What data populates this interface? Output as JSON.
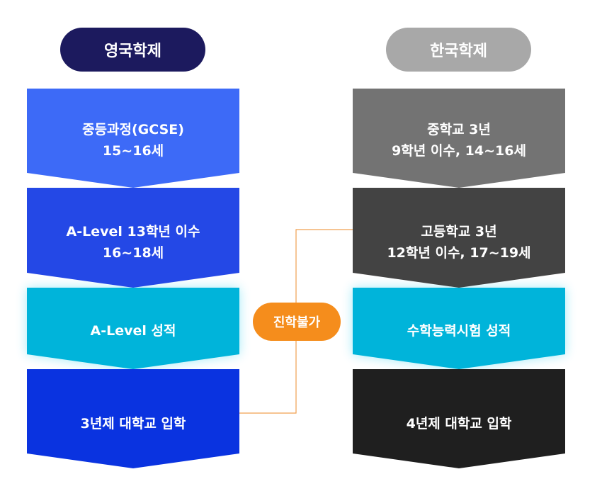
{
  "uk": {
    "title": "영국학제",
    "steps": [
      {
        "line1": "중등과정(GCSE)",
        "line2": "15~16세",
        "color": "#3d6af7"
      },
      {
        "line1": "A-Level 13학년 이수",
        "line2": "16~18세",
        "color": "#2448e6"
      },
      {
        "line1": "A-Level 성적",
        "line2": "",
        "color": "#00b4da"
      },
      {
        "line1": "3년제 대학교 입학",
        "line2": "",
        "color": "#0a33e0"
      }
    ]
  },
  "kr": {
    "title": "한국학제",
    "steps": [
      {
        "line1": "중학교 3년",
        "line2": "9학년 이수, 14~16세",
        "color": "#737373"
      },
      {
        "line1": "고등학교 3년",
        "line2": "12학년 이수, 17~19세",
        "color": "#434343"
      },
      {
        "line1": "수학능력시험 성적",
        "line2": "",
        "color": "#00b4da"
      },
      {
        "line1": "4년제 대학교 입학",
        "line2": "",
        "color": "#1f1f1f"
      }
    ]
  },
  "badge": {
    "label": "진학불가",
    "color": "#f58d1c"
  },
  "connector_color": "#f0a050"
}
